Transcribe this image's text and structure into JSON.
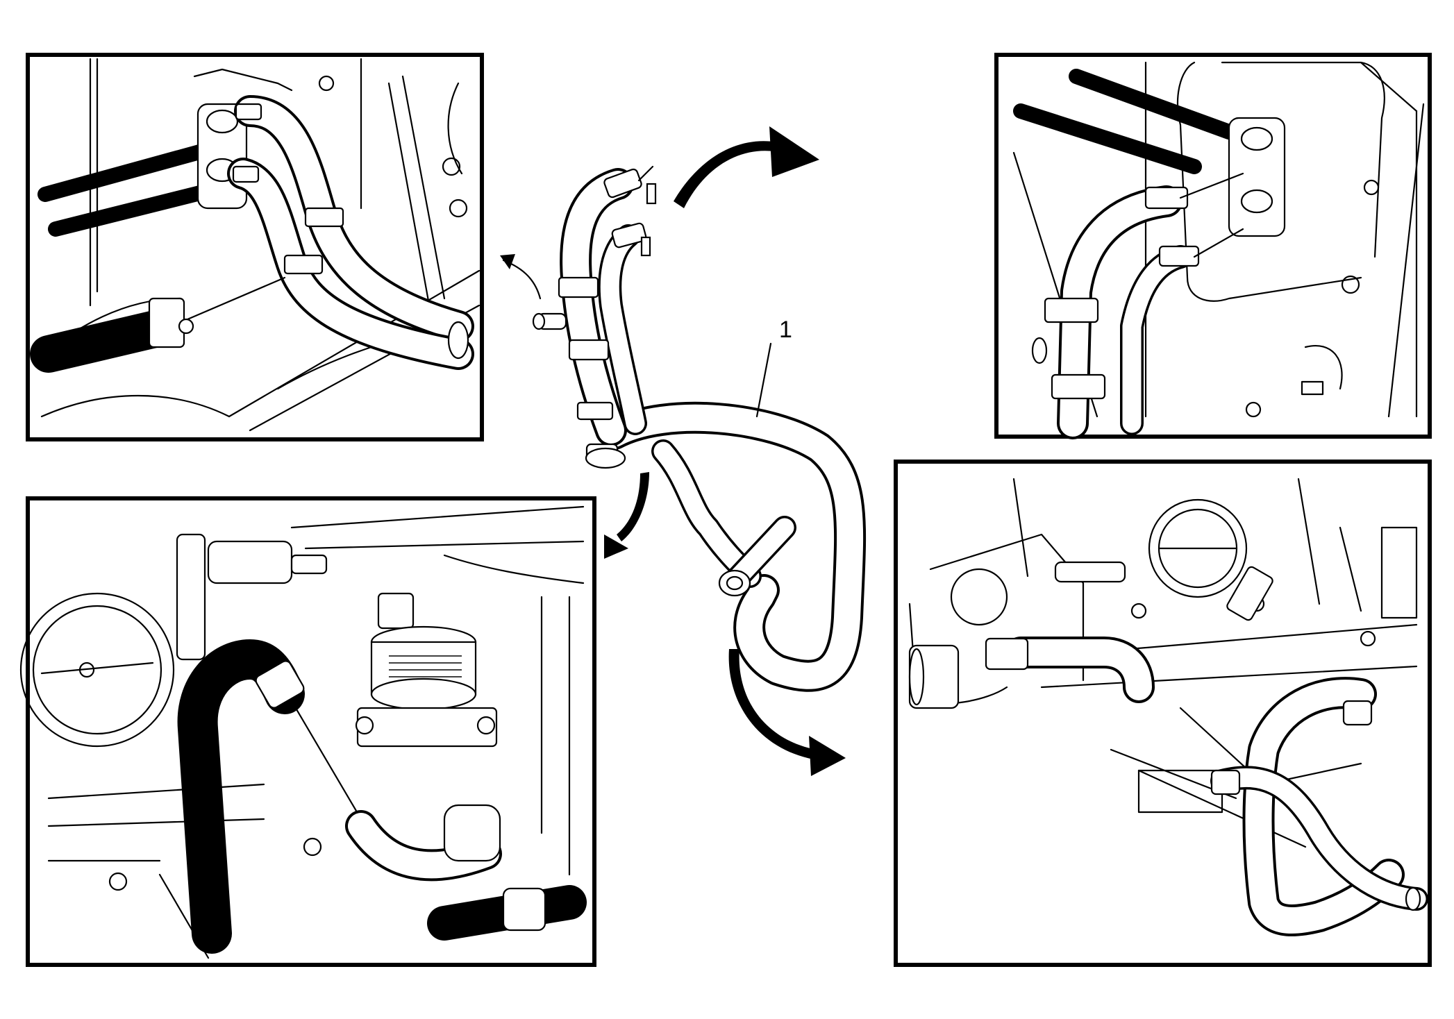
{
  "callout": {
    "label": "1"
  },
  "insets": [
    {
      "id": "top-left"
    },
    {
      "id": "top-right"
    },
    {
      "id": "bottom-left"
    },
    {
      "id": "bottom-right"
    }
  ]
}
